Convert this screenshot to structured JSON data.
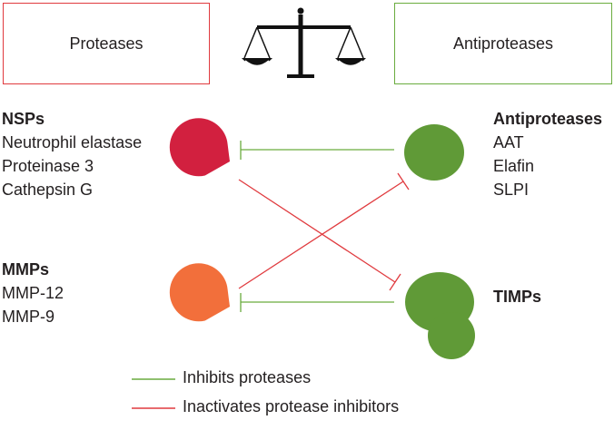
{
  "boxes": {
    "left": "Proteases",
    "right": "Antiproteases"
  },
  "scale_icon": "balance-scale-icon",
  "groups": {
    "nsps": {
      "heading": "NSPs",
      "items": [
        "Neutrophil elastase",
        "Proteinase 3",
        "Cathepsin G"
      ],
      "icon": "pacman-protease-icon",
      "color": "#d2203f"
    },
    "mmps": {
      "heading": "MMPs",
      "items": [
        "MMP-12",
        "MMP-9"
      ],
      "icon": "pacman-protease-icon",
      "color": "#f26f3b"
    },
    "antiproteases": {
      "heading": "Antiproteases",
      "items": [
        "AAT",
        "Elafin",
        "SLPI"
      ],
      "icon": "ellipse-antiprotease-icon",
      "color": "#609a37"
    },
    "timps": {
      "heading": "TIMPs",
      "icon": "blob-timp-icon",
      "color": "#609a37"
    }
  },
  "legend": {
    "green": {
      "label": "Inhibits proteases",
      "color": "#6aac3e"
    },
    "red": {
      "label": "Inactivates protease inhibitors",
      "color": "#e03a3e"
    }
  }
}
